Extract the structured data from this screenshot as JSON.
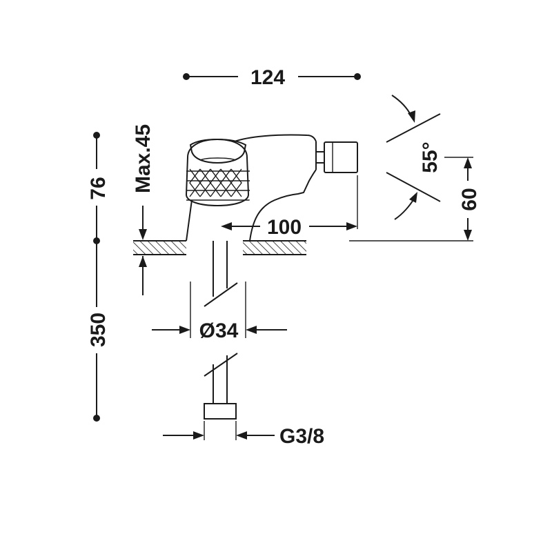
{
  "dimensions": {
    "width_total": "124",
    "mount_height": "76",
    "max_thickness": "Max.45",
    "spout_reach": "100",
    "spout_angle": "55°",
    "spout_height": "60",
    "supply_length": "350",
    "hose_diameter": "Ø34",
    "connection_thread": "G3/8"
  }
}
